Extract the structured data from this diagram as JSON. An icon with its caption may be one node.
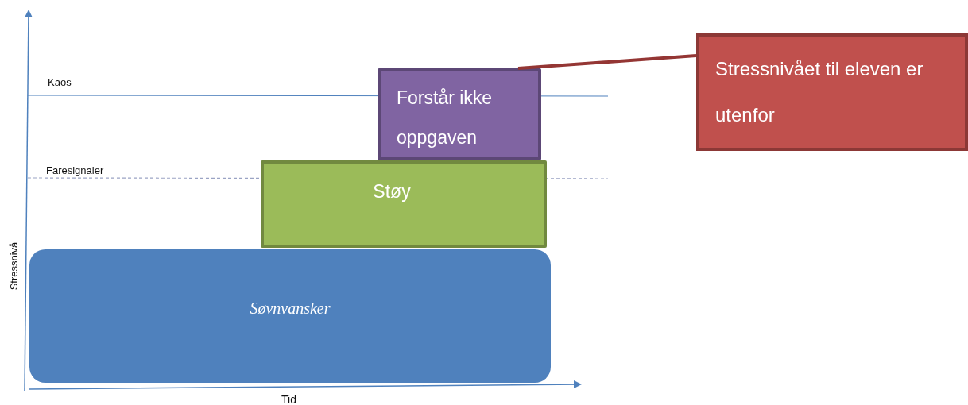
{
  "diagram": {
    "nodes": [
      {
        "text": [
          "Søvnvansker"
        ]
      },
      {
        "text": [
          "Støy"
        ]
      },
      {
        "text": [
          "Forstår ikke oppgaven"
        ]
      },
      {
        "text": [
          "Stressnivået til eleven er utenfor"
        ]
      }
    ],
    "edges": [
      {
        "from": 3,
        "to": 2,
        "arrow": "none"
      }
    ],
    "labels": [
      "Kaos",
      "Faresignaler",
      "Stressnivå",
      "Tid"
    ]
  }
}
